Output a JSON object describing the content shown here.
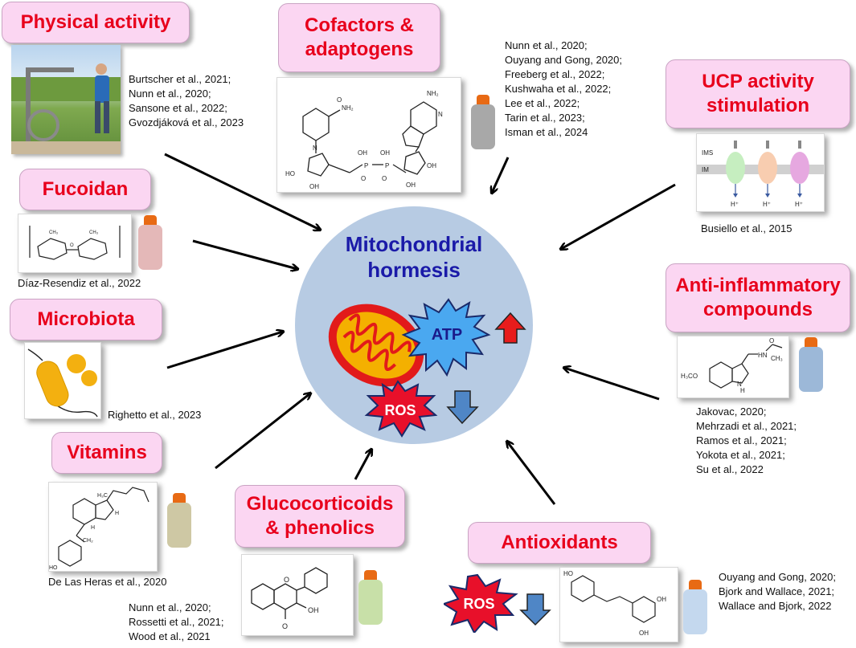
{
  "center": {
    "title": "Mitochondrial\nhormesis",
    "atp": "ATP",
    "ros": "ROS"
  },
  "labels": {
    "physical_activity": "Physical activity",
    "cofactors": "Cofactors &\nadaptogens",
    "ucp": "UCP activity\nstimulation",
    "fucoidan": "Fucoidan",
    "anti_inflammatory": "Anti-inflammatory\ncompounds",
    "microbiota": "Microbiota",
    "vitamins": "Vitamins",
    "glucocorticoids": "Glucocorticoids\n& phenolics",
    "antioxidants": "Antioxidants"
  },
  "refs": {
    "physical_activity": "Burtscher et al., 2021;\nNunn et al., 2020;\nSansone et al., 2022;\nGvozdjáková  et al., 2023",
    "cofactors": "Nunn et al., 2020;\nOuyang and Gong, 2020;\nFreeberg et al., 2022;\nKushwaha et al., 2022;\nLee et al., 2022;\nTarin et al., 2023;\nIsman et al., 2024",
    "ucp": "Busiello et al., 2015",
    "fucoidan": "Díaz-Resendiz  et al., 2022",
    "anti_inflammatory": "Jakovac, 2020;\nMehrzadi et al., 2021;\nRamos et al., 2021;\nYokota et al., 2021;\nSu et al., 2022",
    "microbiota": "Righetto et al., 2023",
    "vitamins": "De Las Heras et al., 2020",
    "glucocorticoids": "Nunn et al., 2020;\nRossetti et al., 2021;\nWood et al., 2021",
    "antioxidants": "Ouyang and Gong, 2020;\nBjork and Wallace, 2021;\nWallace and Bjork, 2022"
  },
  "ucp_diagram": {
    "ims": "IMS",
    "im": "IM",
    "proton": "H⁺"
  },
  "chem": {
    "nh2": "NH₂",
    "oh": "OH",
    "o": "O",
    "ho": "HO",
    "n": "N",
    "p": "P",
    "h3co": "H₃CO",
    "h": "H",
    "ch3": "CH₃",
    "hn": "HN",
    "nh": "NH",
    "h3c": "H₃C",
    "ch2": "CH₂"
  },
  "colors": {
    "label_fill": "#fbd6f2",
    "label_text": "#e8001c",
    "circle": "#b7cbe3",
    "title": "#1a1aa8",
    "ros_fill": "#e8102a",
    "arrow_up": "#e81c1c",
    "arrow_down": "#4f86c6",
    "bottle_cofactors": "#a8a8a8",
    "bottle_fucoidan": "#e4b8b8",
    "bottle_anti": "#9cb8d8",
    "bottle_vitamins": "#cec8a4",
    "bottle_gluco": "#c8e0a8",
    "bottle_antiox": "#c4d8ee",
    "ucp_green": "#c6eec0",
    "ucp_peach": "#f8cdb0",
    "ucp_pink": "#e6a8e0"
  },
  "icons": [
    "mitochondrion-icon",
    "atp-star-icon",
    "ros-star-icon",
    "up-arrow-icon",
    "down-arrow-icon",
    "supplement-bottle-icon",
    "bacteria-icon",
    "person-exercising-photo"
  ]
}
